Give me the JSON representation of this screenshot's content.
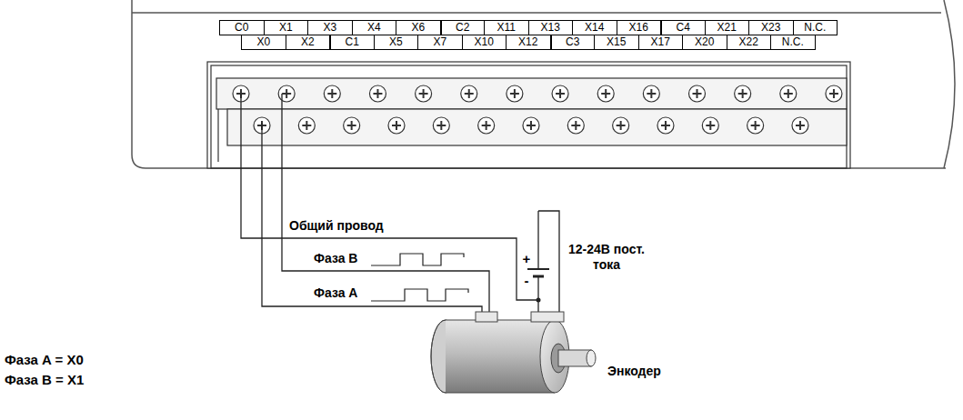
{
  "diagram": {
    "labels": [
      "C0",
      "X1",
      "X3",
      "X4",
      "X6",
      "C2",
      "X11",
      "X13",
      "X14",
      "X16",
      "C4",
      "X21",
      "X23",
      "N.C.",
      "X0",
      "X2",
      "C1",
      "X5",
      "X7",
      "X10",
      "X12",
      "C3",
      "X15",
      "X17",
      "X20",
      "X22",
      "N.C.",
      "Общий провод",
      "Фаза B",
      "Фаза A",
      "+",
      "-",
      "12-24В пост. тока",
      "Энкодер",
      "Фаза A = X0",
      "Фаза B = X1"
    ]
  }
}
